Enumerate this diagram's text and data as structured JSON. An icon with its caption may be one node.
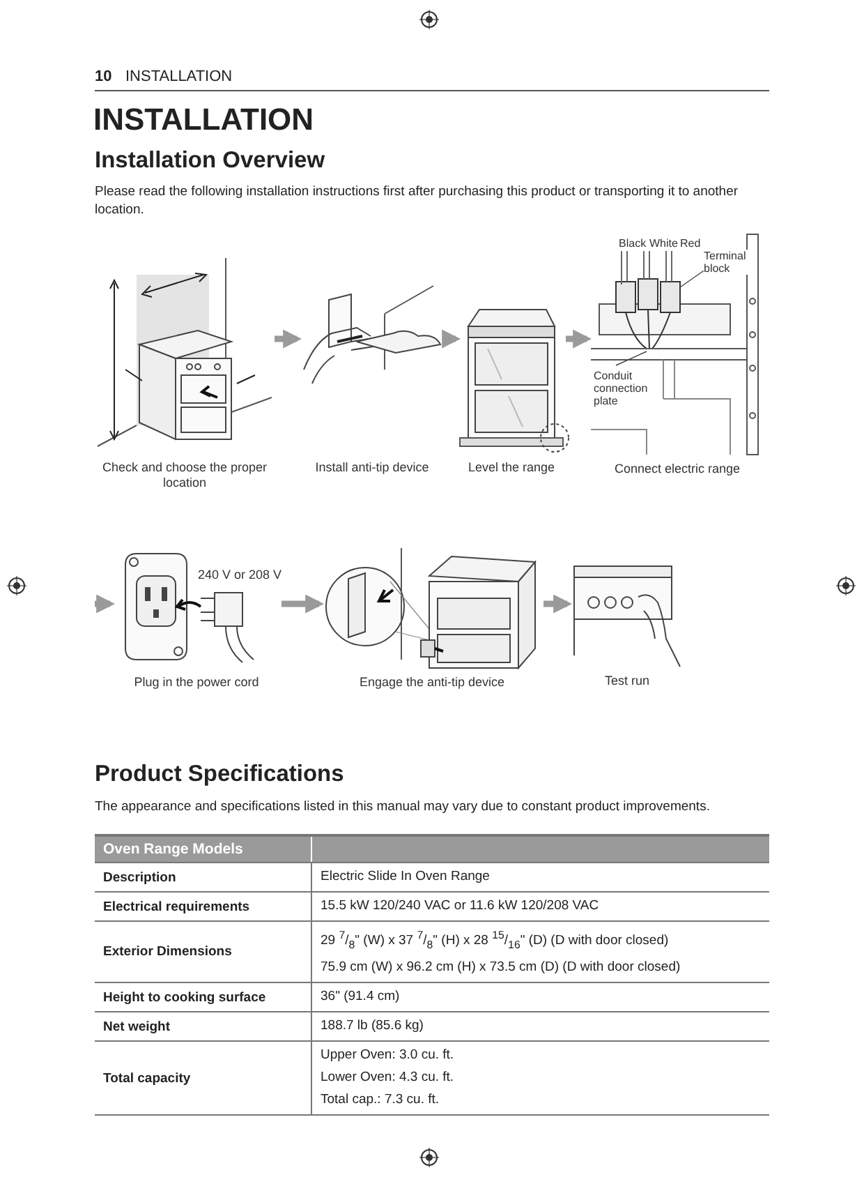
{
  "diagram": {
    "title": "INSTALLATION",
    "nodes": [
      {
        "text": [
          "Check and choose the proper location"
        ]
      },
      {
        "text": [
          "Install anti-tip device"
        ]
      },
      {
        "text": [
          "Level the range"
        ]
      },
      {
        "text": [
          "Connect electric range"
        ]
      },
      {
        "text": [
          "Plug in the power cord"
        ]
      },
      {
        "text": [
          "Engage the anti-tip device"
        ]
      },
      {
        "text": [
          "Test run"
        ]
      }
    ],
    "edges": [
      {
        "from": 0,
        "to": 1,
        "arrow": "to"
      },
      {
        "from": 1,
        "to": 2,
        "arrow": "to"
      },
      {
        "from": 2,
        "to": 3,
        "arrow": "to"
      },
      {
        "from": null,
        "to": 4,
        "arrow": "to"
      },
      {
        "from": 4,
        "to": 5,
        "arrow": "to"
      },
      {
        "from": 5,
        "to": 6,
        "arrow": "to"
      }
    ],
    "labels": [
      "10",
      "INSTALLATION",
      "Installation Overview",
      "Please read the following installation instructions first after purchasing this product or transporting it to another location.",
      "Black",
      "White",
      "Red",
      "Terminal block",
      "Conduit connection plate",
      "240 V or 208 V",
      "Product Specifications",
      "The appearance and specifications listed in this manual may vary due to constant product improvements.",
      "Oven Range Models",
      "Description",
      "Electric Slide In Oven Range",
      "Electrical requirements",
      "15.5 kW 120/240 VAC or 11.6 kW 120/208 VAC",
      "Exterior Dimensions",
      "29 $^{7}$/$_{8}$\" (W) x 37 $^{7}$/$_{8}$\" (H) x 28 $^{15}$/$_{16}$\" (D) (D with door closed)",
      "75.9 cm (W) x 96.2 cm (H) x 73.5 cm (D) (D with door closed)",
      "Height to cooking surface",
      "36\" (91.4 cm)",
      "Net weight",
      "188.7 lb (85.6 kg)",
      "Total capacity",
      "Upper Oven: 3.0 cu. ft.",
      "Lower Oven: 4.3 cu. ft.",
      "Total cap.: 7.3 cu. ft."
    ]
  }
}
